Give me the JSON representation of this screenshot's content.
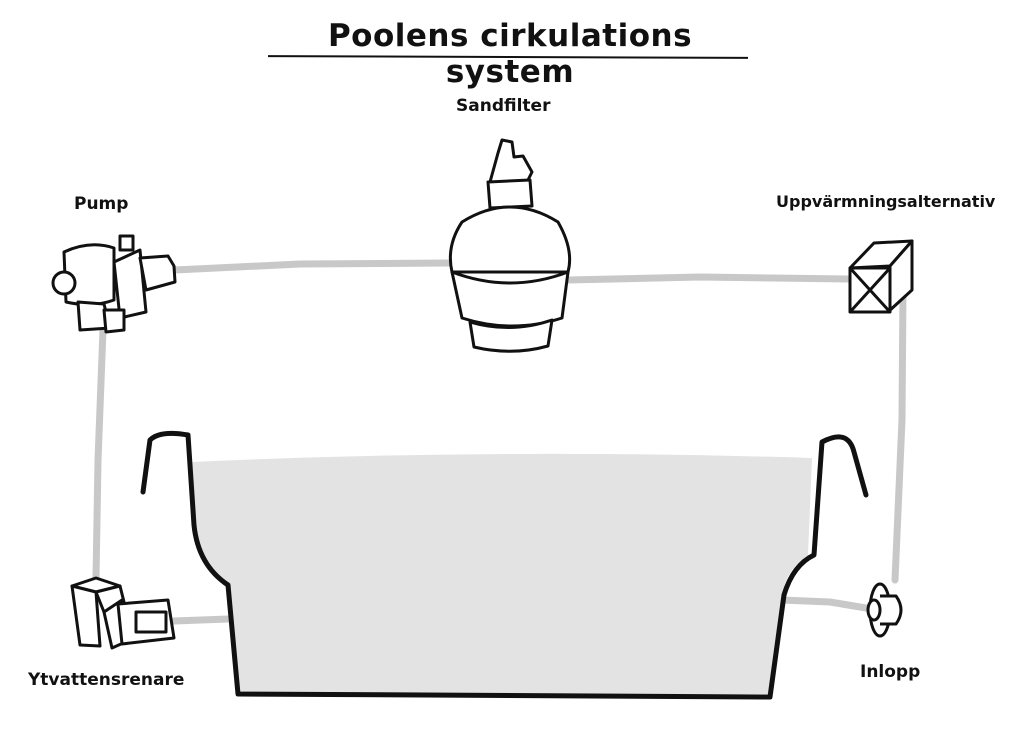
{
  "title": "Poolens cirkulations system",
  "components": {
    "sandfilter": "Sandfilter",
    "pump": "Pump",
    "heating": "Uppvärmningsalternativ",
    "skimmer": "Ytvattensrenare",
    "inlet": "Inlopp"
  },
  "colors": {
    "pipe": "#c8c8c8",
    "water": "#e3e3e3",
    "outline": "#111111"
  }
}
